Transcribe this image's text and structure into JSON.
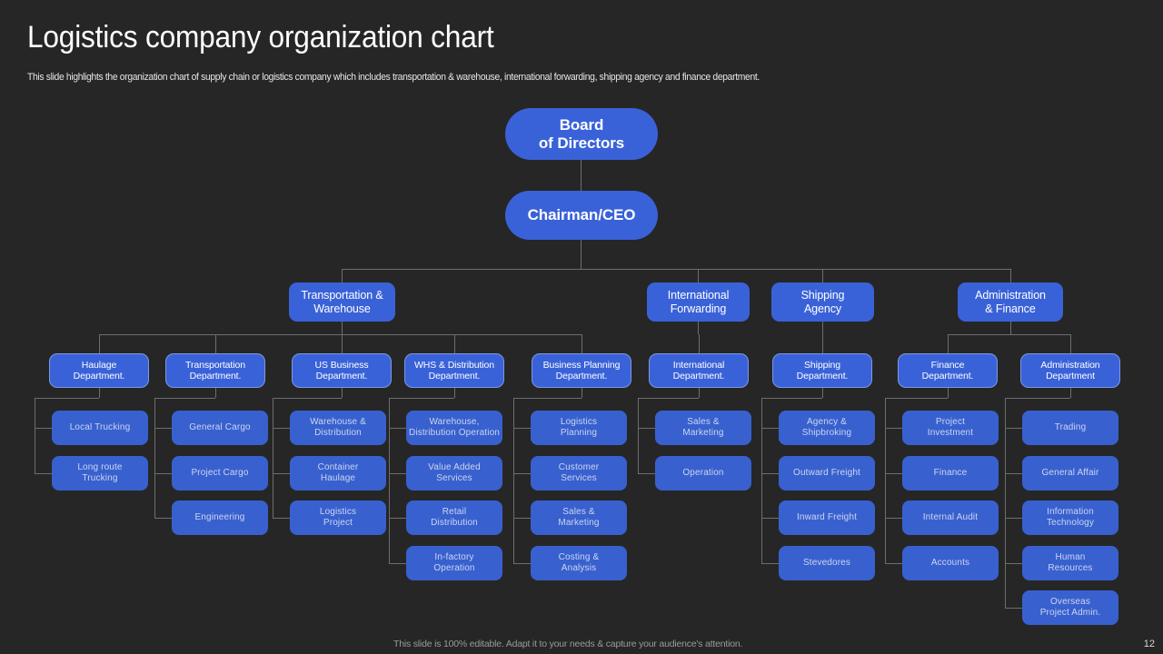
{
  "header": {
    "title": "Logistics company organization chart",
    "subtitle": "This slide highlights the organization chart of supply chain or logistics company which includes transportation & warehouse, international forwarding, shipping agency and finance department."
  },
  "footer": {
    "note": "This slide is 100% editable. Adapt it to your needs & capture your audience's attention.",
    "page_number": "12"
  },
  "colors": {
    "background": "#262626",
    "node_blue": "#3a62d8",
    "leaf_blue": "#3861cf",
    "dept_border": "#7d98e4",
    "connector": "#6e6e6e",
    "text_white": "#ffffff",
    "text_leaf": "#cdd5ef"
  },
  "chart_data": {
    "type": "org-chart",
    "title": "Logistics company organization chart",
    "levels": [
      "board",
      "executive",
      "division",
      "department",
      "function"
    ],
    "root": {
      "label_line1": "Board",
      "label_line2": "of Directors"
    },
    "executive": {
      "label": "Chairman/CEO"
    },
    "divisions": [
      {
        "id": "transportation-warehouse",
        "label_line1": "Transportation &",
        "label_line2": "Warehouse",
        "departments": [
          {
            "id": "haulage",
            "label_line1": "Haulage",
            "label_line2": "Department.",
            "functions": [
              {
                "line1": "Local  Trucking",
                "line2": ""
              },
              {
                "line1": "Long route",
                "line2": "Trucking"
              }
            ]
          },
          {
            "id": "transportation",
            "label_line1": "Transportation",
            "label_line2": "Department.",
            "functions": [
              {
                "line1": "General Cargo",
                "line2": ""
              },
              {
                "line1": "Project Cargo",
                "line2": ""
              },
              {
                "line1": "Engineering",
                "line2": ""
              }
            ]
          },
          {
            "id": "us-business",
            "label_line1": "US Business",
            "label_line2": "Department.",
            "functions": [
              {
                "line1": "Warehouse &",
                "line2": "Distribution"
              },
              {
                "line1": "Container",
                "line2": "Haulage"
              },
              {
                "line1": "Logistics",
                "line2": "Project"
              }
            ]
          },
          {
            "id": "whs-distribution",
            "label_line1": "WHS & Distribution",
            "label_line2": "Department.",
            "functions": [
              {
                "line1": "Warehouse,",
                "line2": "Distribution Operation"
              },
              {
                "line1": "Value Added",
                "line2": "Services"
              },
              {
                "line1": "Retail",
                "line2": "Distribution"
              },
              {
                "line1": "In-factory",
                "line2": "Operation"
              }
            ]
          },
          {
            "id": "business-planning",
            "label_line1": "Business Planning",
            "label_line2": "Department.",
            "functions": [
              {
                "line1": "Logistics",
                "line2": "Planning"
              },
              {
                "line1": "Customer",
                "line2": "Services"
              },
              {
                "line1": "Sales &",
                "line2": "Marketing"
              },
              {
                "line1": "Costing &",
                "line2": "Analysis"
              }
            ]
          }
        ]
      },
      {
        "id": "international-forwarding",
        "label_line1": "International",
        "label_line2": "Forwarding",
        "departments": [
          {
            "id": "international",
            "label_line1": "International",
            "label_line2": "Department.",
            "functions": [
              {
                "line1": "Sales &",
                "line2": "Marketing"
              },
              {
                "line1": "Operation",
                "line2": ""
              }
            ]
          }
        ]
      },
      {
        "id": "shipping-agency",
        "label_line1": "Shipping",
        "label_line2": "Agency",
        "departments": [
          {
            "id": "shipping",
            "label_line1": "Shipping",
            "label_line2": "Department.",
            "functions": [
              {
                "line1": "Agency &",
                "line2": "Shipbroking"
              },
              {
                "line1": "Outward Freight",
                "line2": ""
              },
              {
                "line1": "Inward Freight",
                "line2": ""
              },
              {
                "line1": "Stevedores",
                "line2": ""
              }
            ]
          }
        ]
      },
      {
        "id": "administration-finance",
        "label_line1": "Administration",
        "label_line2": "& Finance",
        "departments": [
          {
            "id": "finance",
            "label_line1": "Finance",
            "label_line2": "Department.",
            "functions": [
              {
                "line1": "Project",
                "line2": "Investment"
              },
              {
                "line1": "Finance",
                "line2": ""
              },
              {
                "line1": "Internal Audit",
                "line2": ""
              },
              {
                "line1": "Accounts",
                "line2": ""
              }
            ]
          },
          {
            "id": "administration",
            "label_line1": "Administration",
            "label_line2": "Department",
            "functions": [
              {
                "line1": "Trading",
                "line2": ""
              },
              {
                "line1": "General Affair",
                "line2": ""
              },
              {
                "line1": "Information",
                "line2": "Technology"
              },
              {
                "line1": "Human",
                "line2": "Resources"
              },
              {
                "line1": "Overseas",
                "line2": "Project Admin."
              }
            ]
          }
        ]
      }
    ]
  }
}
